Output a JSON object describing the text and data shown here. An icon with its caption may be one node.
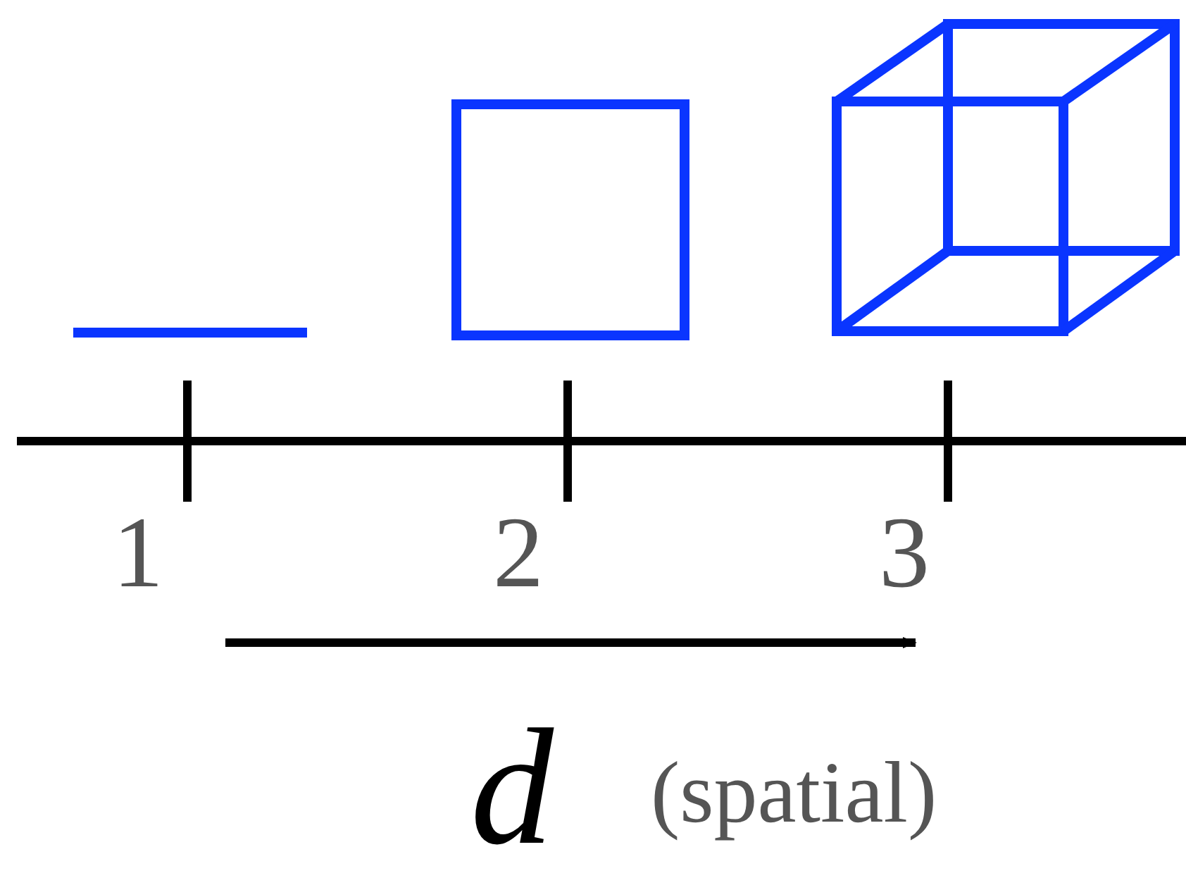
{
  "diagram": {
    "labels": [
      "1",
      "2",
      "3",
      "d",
      "(spatial)"
    ]
  }
}
